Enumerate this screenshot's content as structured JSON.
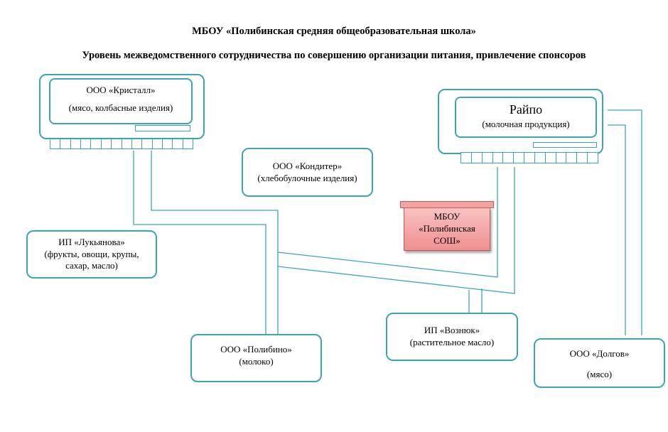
{
  "header": {
    "title": "МБОУ «Полибинская средняя общеобразовательная школа»",
    "subtitle": "Уровень межведомственного сотрудничества по совершению организации питания, привлечение спонсоров"
  },
  "nodes": {
    "kristall": {
      "name": "ООО «Кристалл»",
      "desc": "(мясо, колбасные изделия)"
    },
    "raypo": {
      "name": "Райпо",
      "desc": "(молочная продукция)"
    },
    "konditer": {
      "name": "ООО «Кондитер»",
      "desc": "(хлебобулочные изделия)"
    },
    "school": {
      "line1": "МБОУ",
      "line2": "«Полибинская",
      "line3": "СОШ»"
    },
    "lukyanova": {
      "name": "ИП «Лукьянова»",
      "desc1": "(фрукты, овощи, крупы,",
      "desc2": "сахар, масло)"
    },
    "polibino": {
      "name": "ООО «Полибино»",
      "desc": "(молоко)"
    },
    "voznyuk": {
      "name": "ИП «Вознюк»",
      "desc": "(растительное масло)"
    },
    "dolgov": {
      "name": "ООО «Долгов»",
      "desc": "(мясо)"
    }
  },
  "colors": {
    "box_border": "#3aa6b4",
    "school_fill": "#f4a3a3",
    "line": "#3aa6b4"
  }
}
